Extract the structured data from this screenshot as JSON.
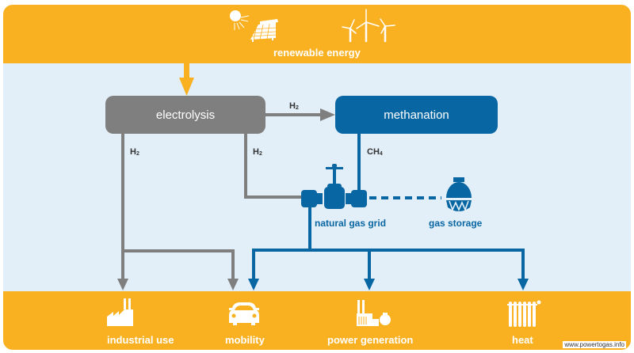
{
  "top": {
    "label": "renewable energy",
    "icons": [
      "sun-icon",
      "solar-panel-icon",
      "wind-turbines-icon"
    ]
  },
  "nodes": {
    "electrolysis": "electrolysis",
    "methanation": "methanation"
  },
  "flows": {
    "h2_to_methanation": {
      "base": "H",
      "sub": "2"
    },
    "h2_down_left": {
      "base": "H",
      "sub": "2"
    },
    "h2_down_right": {
      "base": "H",
      "sub": "2"
    },
    "ch4": {
      "base": "CH",
      "sub": "4"
    }
  },
  "grid": {
    "natural_gas_grid": "natural gas grid",
    "gas_storage": "gas storage"
  },
  "uses": [
    {
      "label": "industrial use",
      "icon": "factory-icon"
    },
    {
      "label": "mobility",
      "icon": "car-icon"
    },
    {
      "label": "power generation",
      "icon": "power-plant-icon"
    },
    {
      "label": "heat",
      "icon": "radiator-icon"
    }
  ],
  "credit": "www.powertogas.info",
  "colors": {
    "orange": "#f9b122",
    "gray": "#7f7f7f",
    "blue": "#0866a3",
    "background": "#e3eff8"
  }
}
